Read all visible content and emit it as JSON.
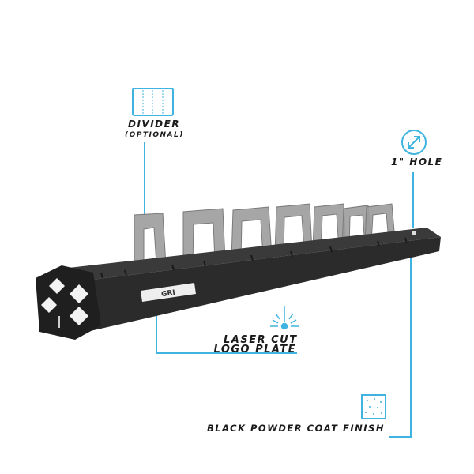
{
  "callouts": {
    "divider": {
      "title": "DIVIDER",
      "subtitle": "(OPTIONAL)",
      "icon": "divider-icon"
    },
    "hole": {
      "title": "1\" HOLE",
      "icon": "resize-arrow-icon"
    },
    "logo_plate": {
      "line1": "LASER CUT",
      "line2": "LOGO PLATE",
      "icon": "laser-icon"
    },
    "finish": {
      "title": "BLACK POWDER COAT FINISH",
      "icon": "texture-icon"
    }
  },
  "product": {
    "logo_text": "GRI"
  },
  "colors": {
    "accent": "#3fb4e0",
    "rack": "#2b2b2b",
    "divider": "#9a9a9a",
    "text": "#1a1a1a"
  }
}
